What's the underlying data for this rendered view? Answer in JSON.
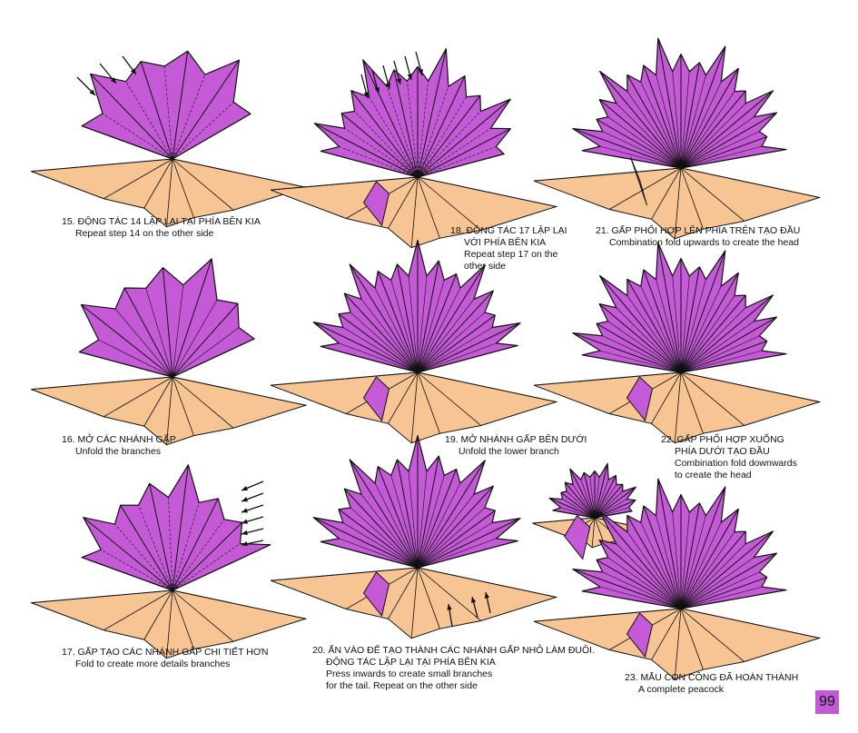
{
  "colors": {
    "purple": "#c45ad6",
    "orange": "#f7c594",
    "line": "#111111",
    "page_badge": "#c35ad3"
  },
  "steps": [
    {
      "vi": "15. ĐỘNG TÁC 14 LẶP LẠI TẠI PHÍA BÊN KIA",
      "en": "Repeat step 14 on the other side"
    },
    {
      "vi": "16. MỞ CÁC NHÁNH GẤP",
      "en": "Unfold the branches"
    },
    {
      "vi": "17. GẤP TẠO CÁC NHÁNH GẤP CHI TIẾT HƠN",
      "en": "Fold to create more details branches"
    },
    {
      "vi": "18. ĐỘNG TÁC 17 LẶP LẠI",
      "vi2": "VỚI PHÍA BÊN KIA",
      "en": "Repeat step 17 on the",
      "en2": "other side"
    },
    {
      "vi": "19. MỞ NHÁNH GẤP BÊN DƯỚI",
      "en": "Unfold the lower branch"
    },
    {
      "vi": "20. ẤN VÀO ĐỂ TẠO THÀNH CÁC NHÁNH GẤP NHỎ LÀM ĐUÔI.",
      "vi2": "ĐỘNG TÁC LẶP LẠI TẠI PHÍA BÊN KIA",
      "en": "Press inwards to create small branches",
      "en2": "for the tail. Repeat on the other side"
    },
    {
      "vi": "21. GẤP PHỐI HỢP LÊN PHÍA TRÊN TẠO ĐẦU",
      "en": "Combination fold upwards to create the head"
    },
    {
      "vi": "22. GẤP PHỐI HỢP XUỐNG",
      "vi2": "PHÍA DƯỚI TẠO ĐẦU",
      "en": "Combination fold downwards",
      "en2": "to create the head"
    },
    {
      "vi": "23. MẪU CON CÔNG ĐÃ HOÀN THÀNH",
      "en": "A complete peacock"
    }
  ],
  "page_number": "99"
}
